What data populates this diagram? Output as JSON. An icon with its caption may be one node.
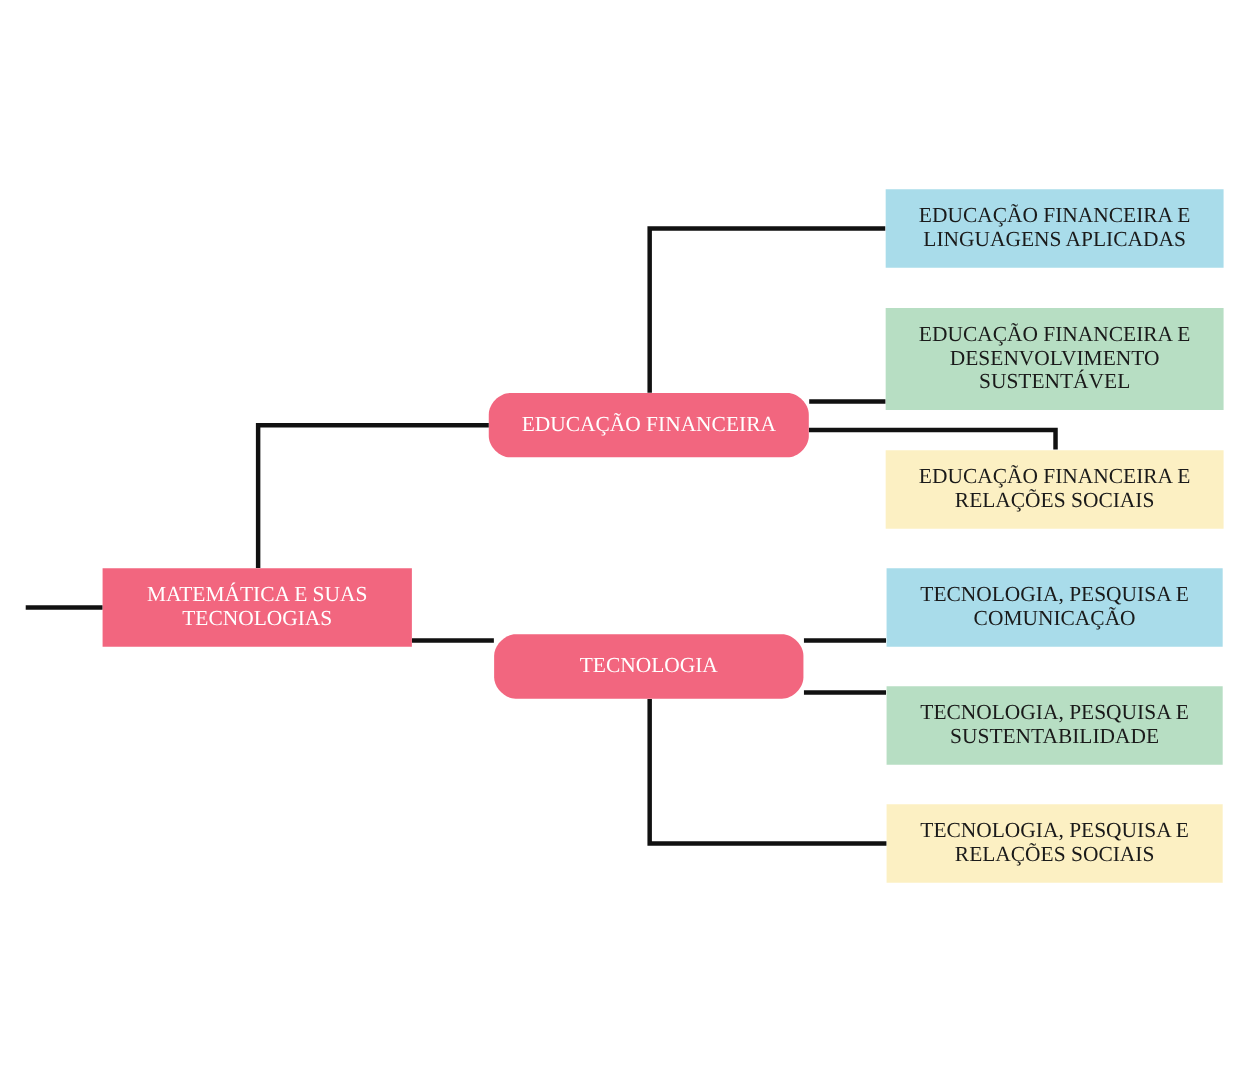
{
  "diagram": {
    "nodes": [
      {
        "text": [
          "MATEMÁTICA E SUAS TECNOLOGIAS"
        ]
      },
      {
        "text": [
          "EDUCAÇÃO FINANCEIRA"
        ]
      },
      {
        "text": [
          "TECNOLOGIA"
        ]
      },
      {
        "text": [
          "EDUCAÇÃO FINANCEIRA E LINGUAGENS APLICADAS"
        ]
      },
      {
        "text": [
          "EDUCAÇÃO FINANCEIRA E DESENVOLVIMENTO SUSTENTÁVEL"
        ]
      },
      {
        "text": [
          "EDUCAÇÃO FINANCEIRA E RELAÇÕES SOCIAIS"
        ]
      },
      {
        "text": [
          "TECNOLOGIA, PESQUISA E COMUNICAÇÃO"
        ]
      },
      {
        "text": [
          "TECNOLOGIA, PESQUISA E SUSTENTABILIDADE"
        ]
      },
      {
        "text": [
          "TECNOLOGIA, PESQUISA E RELAÇÕES SOCIAIS"
        ]
      }
    ],
    "edges": [
      {
        "from": null,
        "to": 0,
        "arrow": "none"
      },
      {
        "from": 0,
        "to": 1,
        "arrow": "none"
      },
      {
        "from": 0,
        "to": 2,
        "arrow": "none"
      },
      {
        "from": 1,
        "to": 3,
        "arrow": "none"
      },
      {
        "from": 1,
        "to": 4,
        "arrow": "none"
      },
      {
        "from": 1,
        "to": 5,
        "arrow": "none"
      },
      {
        "from": 2,
        "to": 6,
        "arrow": "none"
      },
      {
        "from": 2,
        "to": 7,
        "arrow": "none"
      },
      {
        "from": 2,
        "to": 8,
        "arrow": "none"
      }
    ]
  }
}
